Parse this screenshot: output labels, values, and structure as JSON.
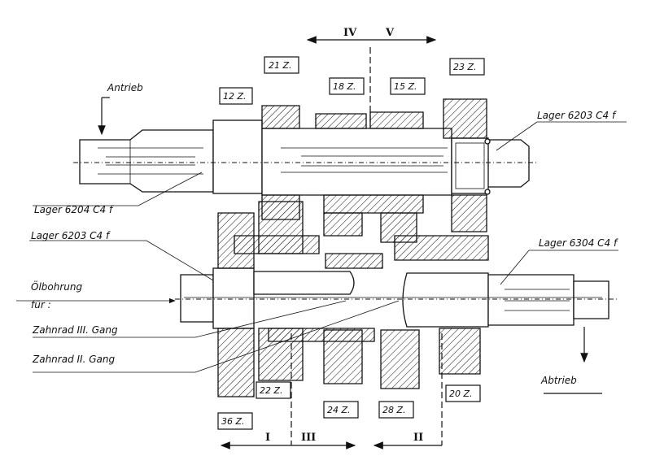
{
  "labels": {
    "antrieb": "Antrieb",
    "abtrieb": "Abtrieb",
    "lager_6204": "Lager 6204 C4 f",
    "lager_6203_top": "Lager 6203 C4 f",
    "lager_6203_left": "Lager 6203 C4 f",
    "lager_6304": "Lager 6304 C4 f",
    "oelbohrung_1": "Ölbohrung",
    "oelbohrung_2": "für :",
    "zahnrad_3": "Zahnrad III. Gang",
    "zahnrad_2": "Zahnrad II. Gang"
  },
  "teeth": {
    "z21": "21 Z.",
    "z12": "12 Z.",
    "z18": "18 Z.",
    "z15": "15 Z.",
    "z23": "23 Z.",
    "z22": "22 Z.",
    "z24": "24 Z.",
    "z28": "28 Z.",
    "z20": "20 Z.",
    "z36": "36 Z."
  },
  "gears": {
    "g4": "IV",
    "g5": "V",
    "g1": "I",
    "g3": "III",
    "g2": "II"
  }
}
